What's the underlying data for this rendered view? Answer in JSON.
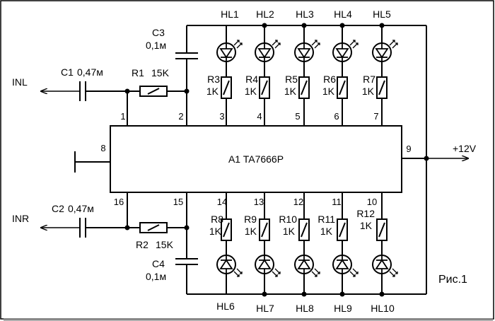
{
  "chip": {
    "label": "A1 TA7666P"
  },
  "pins": {
    "p1": "1",
    "p2": "2",
    "p3": "3",
    "p4": "4",
    "p5": "5",
    "p6": "6",
    "p7": "7",
    "p8": "8",
    "p9": "9",
    "p10": "10",
    "p11": "11",
    "p12": "12",
    "p13": "13",
    "p14": "14",
    "p15": "15",
    "p16": "16"
  },
  "inputs": {
    "inl": "INL",
    "inr": "INR"
  },
  "power": {
    "label": "+12V"
  },
  "capacitors": {
    "c1": {
      "name": "C1",
      "value": "0,47м"
    },
    "c2": {
      "name": "C2",
      "value": "0,47м"
    },
    "c3": {
      "name": "C3",
      "value": "0,1м"
    },
    "c4": {
      "name": "C4",
      "value": "0,1м"
    }
  },
  "resistors": {
    "r1": {
      "name": "R1",
      "value": "15K"
    },
    "r2": {
      "name": "R2",
      "value": "15K"
    },
    "top": [
      {
        "name": "R3",
        "value": "1K"
      },
      {
        "name": "R4",
        "value": "1K"
      },
      {
        "name": "R5",
        "value": "1K"
      },
      {
        "name": "R6",
        "value": "1K"
      },
      {
        "name": "R7",
        "value": "1K"
      }
    ],
    "bottom": [
      {
        "name": "R8",
        "value": "1K"
      },
      {
        "name": "R9",
        "value": "1K"
      },
      {
        "name": "R10",
        "value": "1K"
      },
      {
        "name": "R11",
        "value": "1K"
      },
      {
        "name": "R12",
        "value": "1K"
      }
    ]
  },
  "leds": {
    "top": [
      "HL1",
      "HL2",
      "HL3",
      "HL4",
      "HL5"
    ],
    "bottom": [
      "HL6",
      "HL7",
      "HL8",
      "HL9",
      "HL10"
    ]
  },
  "figure_label": "Рис.1"
}
